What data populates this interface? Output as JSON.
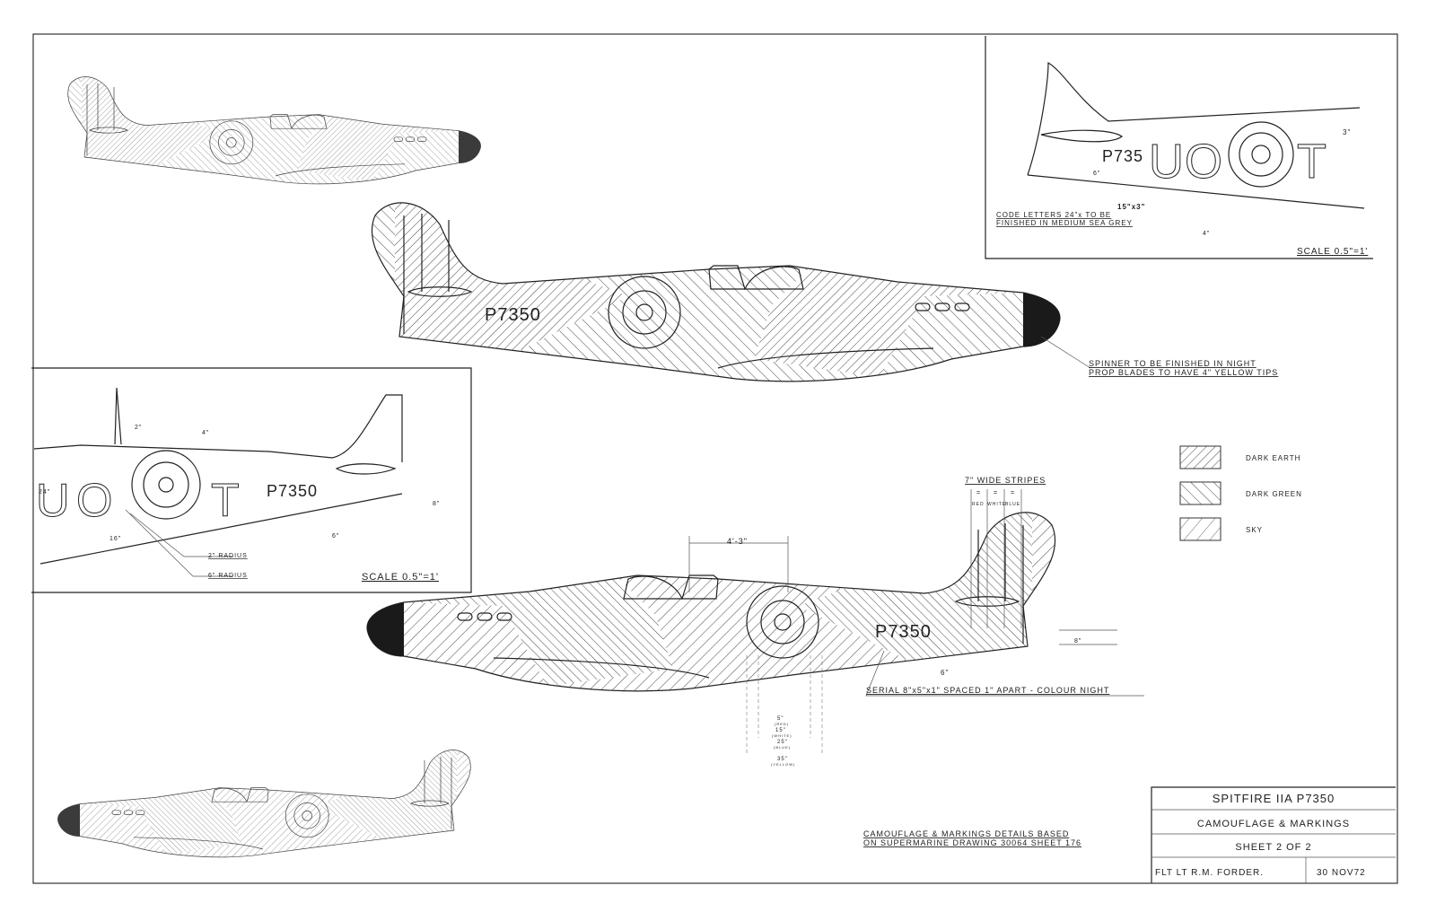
{
  "title_block": {
    "aircraft": "SPITFIRE IIA  P7350",
    "subject": "CAMOUFLAGE & MARKINGS",
    "sheet": "SHEET 2 OF 2",
    "author": "FLT LT R.M. FORDER.",
    "date": "30 NOV72"
  },
  "legend": {
    "items": [
      {
        "label": "DARK EARTH",
        "pattern": "dark-earth"
      },
      {
        "label": "DARK GREEN",
        "pattern": "dark-green"
      },
      {
        "label": "SKY",
        "pattern": "sky"
      }
    ]
  },
  "main_views": {
    "serial_top": "P7350",
    "serial_bottom": "P7350",
    "spinner_note_1": "SPINNER  TO BE FINISHED IN NIGHT",
    "spinner_note_2": "PROP BLADES TO HAVE 4\" YELLOW TIPS",
    "stripes_title": "7\" WIDE STRIPES",
    "stripe_labels": [
      "RED",
      "WHITE",
      "BLUE"
    ],
    "stripe_eq": "=",
    "dim_4_3": "4'-3\"",
    "dim_6": "6\"",
    "dim_8": "8\"",
    "serial_note": "SERIAL  8\"x5\"x1\"  SPACED 1\" APART - COLOUR NIGHT",
    "roundel_dims": [
      {
        "size": "5\"",
        "colour": "(RED)"
      },
      {
        "size": "15\"",
        "colour": "(WHITE)"
      },
      {
        "size": "25\"",
        "colour": "(BLUE)"
      },
      {
        "size": "35\"",
        "colour": "(YELLOW)"
      }
    ],
    "source_note_1": "CAMOUFLAGE & MARKINGS DETAILS BASED",
    "source_note_2": "ON SUPERMARINE DRAWING 30064  SHEET 176"
  },
  "inset_right": {
    "serial": "P735",
    "code_letters": [
      "U",
      "O",
      "T"
    ],
    "size_label": "15\"x3\"",
    "note_1": "CODE LETTERS 24\"x        TO BE",
    "note_2": "FINISHED IN MEDIUM SEA GREY",
    "dim_3": "3\"",
    "dim_6": "6\"",
    "dim_4": "4\"",
    "scale": "SCALE 0.5\"=1'"
  },
  "inset_left": {
    "serial": "P7350",
    "code_letters": [
      "U",
      "O",
      "T"
    ],
    "dim_2": "2\"",
    "dim_4": "4\"",
    "dim_24": "24\"",
    "dim_16": "16\"",
    "dim_6": "6\"",
    "dim_8": "8\"",
    "radius_2": "2\" RADIUS",
    "radius_6": "6\" RADIUS",
    "scale": "SCALE 0.5\"=1'"
  }
}
